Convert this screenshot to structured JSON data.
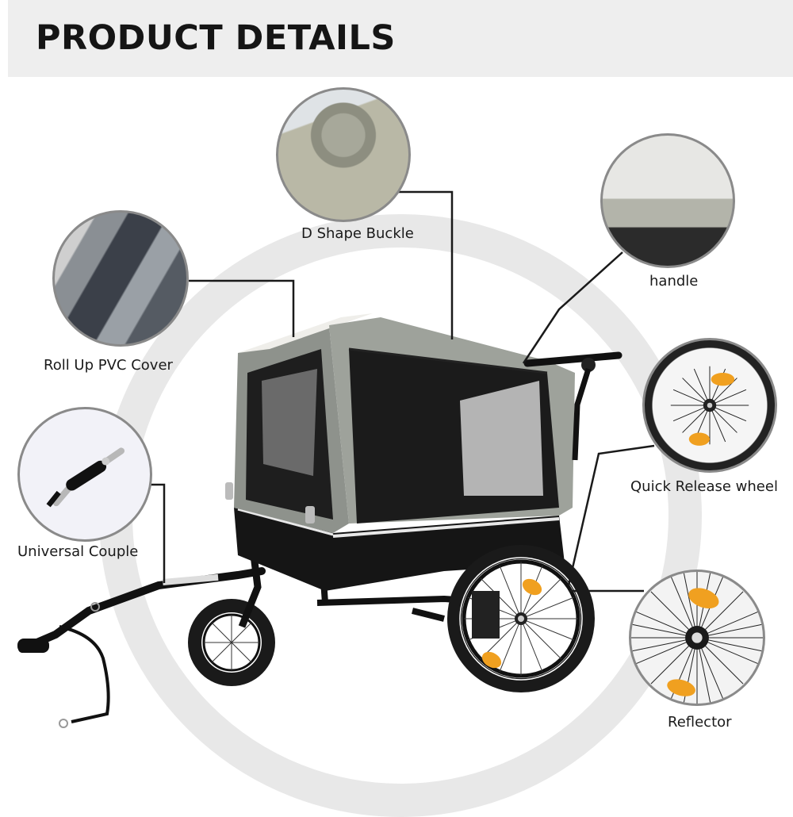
{
  "header": {
    "title": "PRODUCT DETAILS",
    "background": "#eeeeee"
  },
  "callouts": [
    {
      "id": "d-shape-buckle",
      "label": "D Shape Buckle"
    },
    {
      "id": "handle",
      "label": "handle"
    },
    {
      "id": "roll-up-pvc-cover",
      "label": "Roll Up PVC Cover"
    },
    {
      "id": "quick-release-wheel",
      "label": "Quick Release wheel"
    },
    {
      "id": "universal-couple",
      "label": "Universal Couple"
    },
    {
      "id": "reflector",
      "label": "Reflector"
    }
  ],
  "colors": {
    "ring": "#e8e8e8",
    "connector": "#1a1a1a",
    "canopy_gray": "#9a9e98",
    "frame_black": "#141414",
    "reflector_orange": "#f0a020"
  }
}
